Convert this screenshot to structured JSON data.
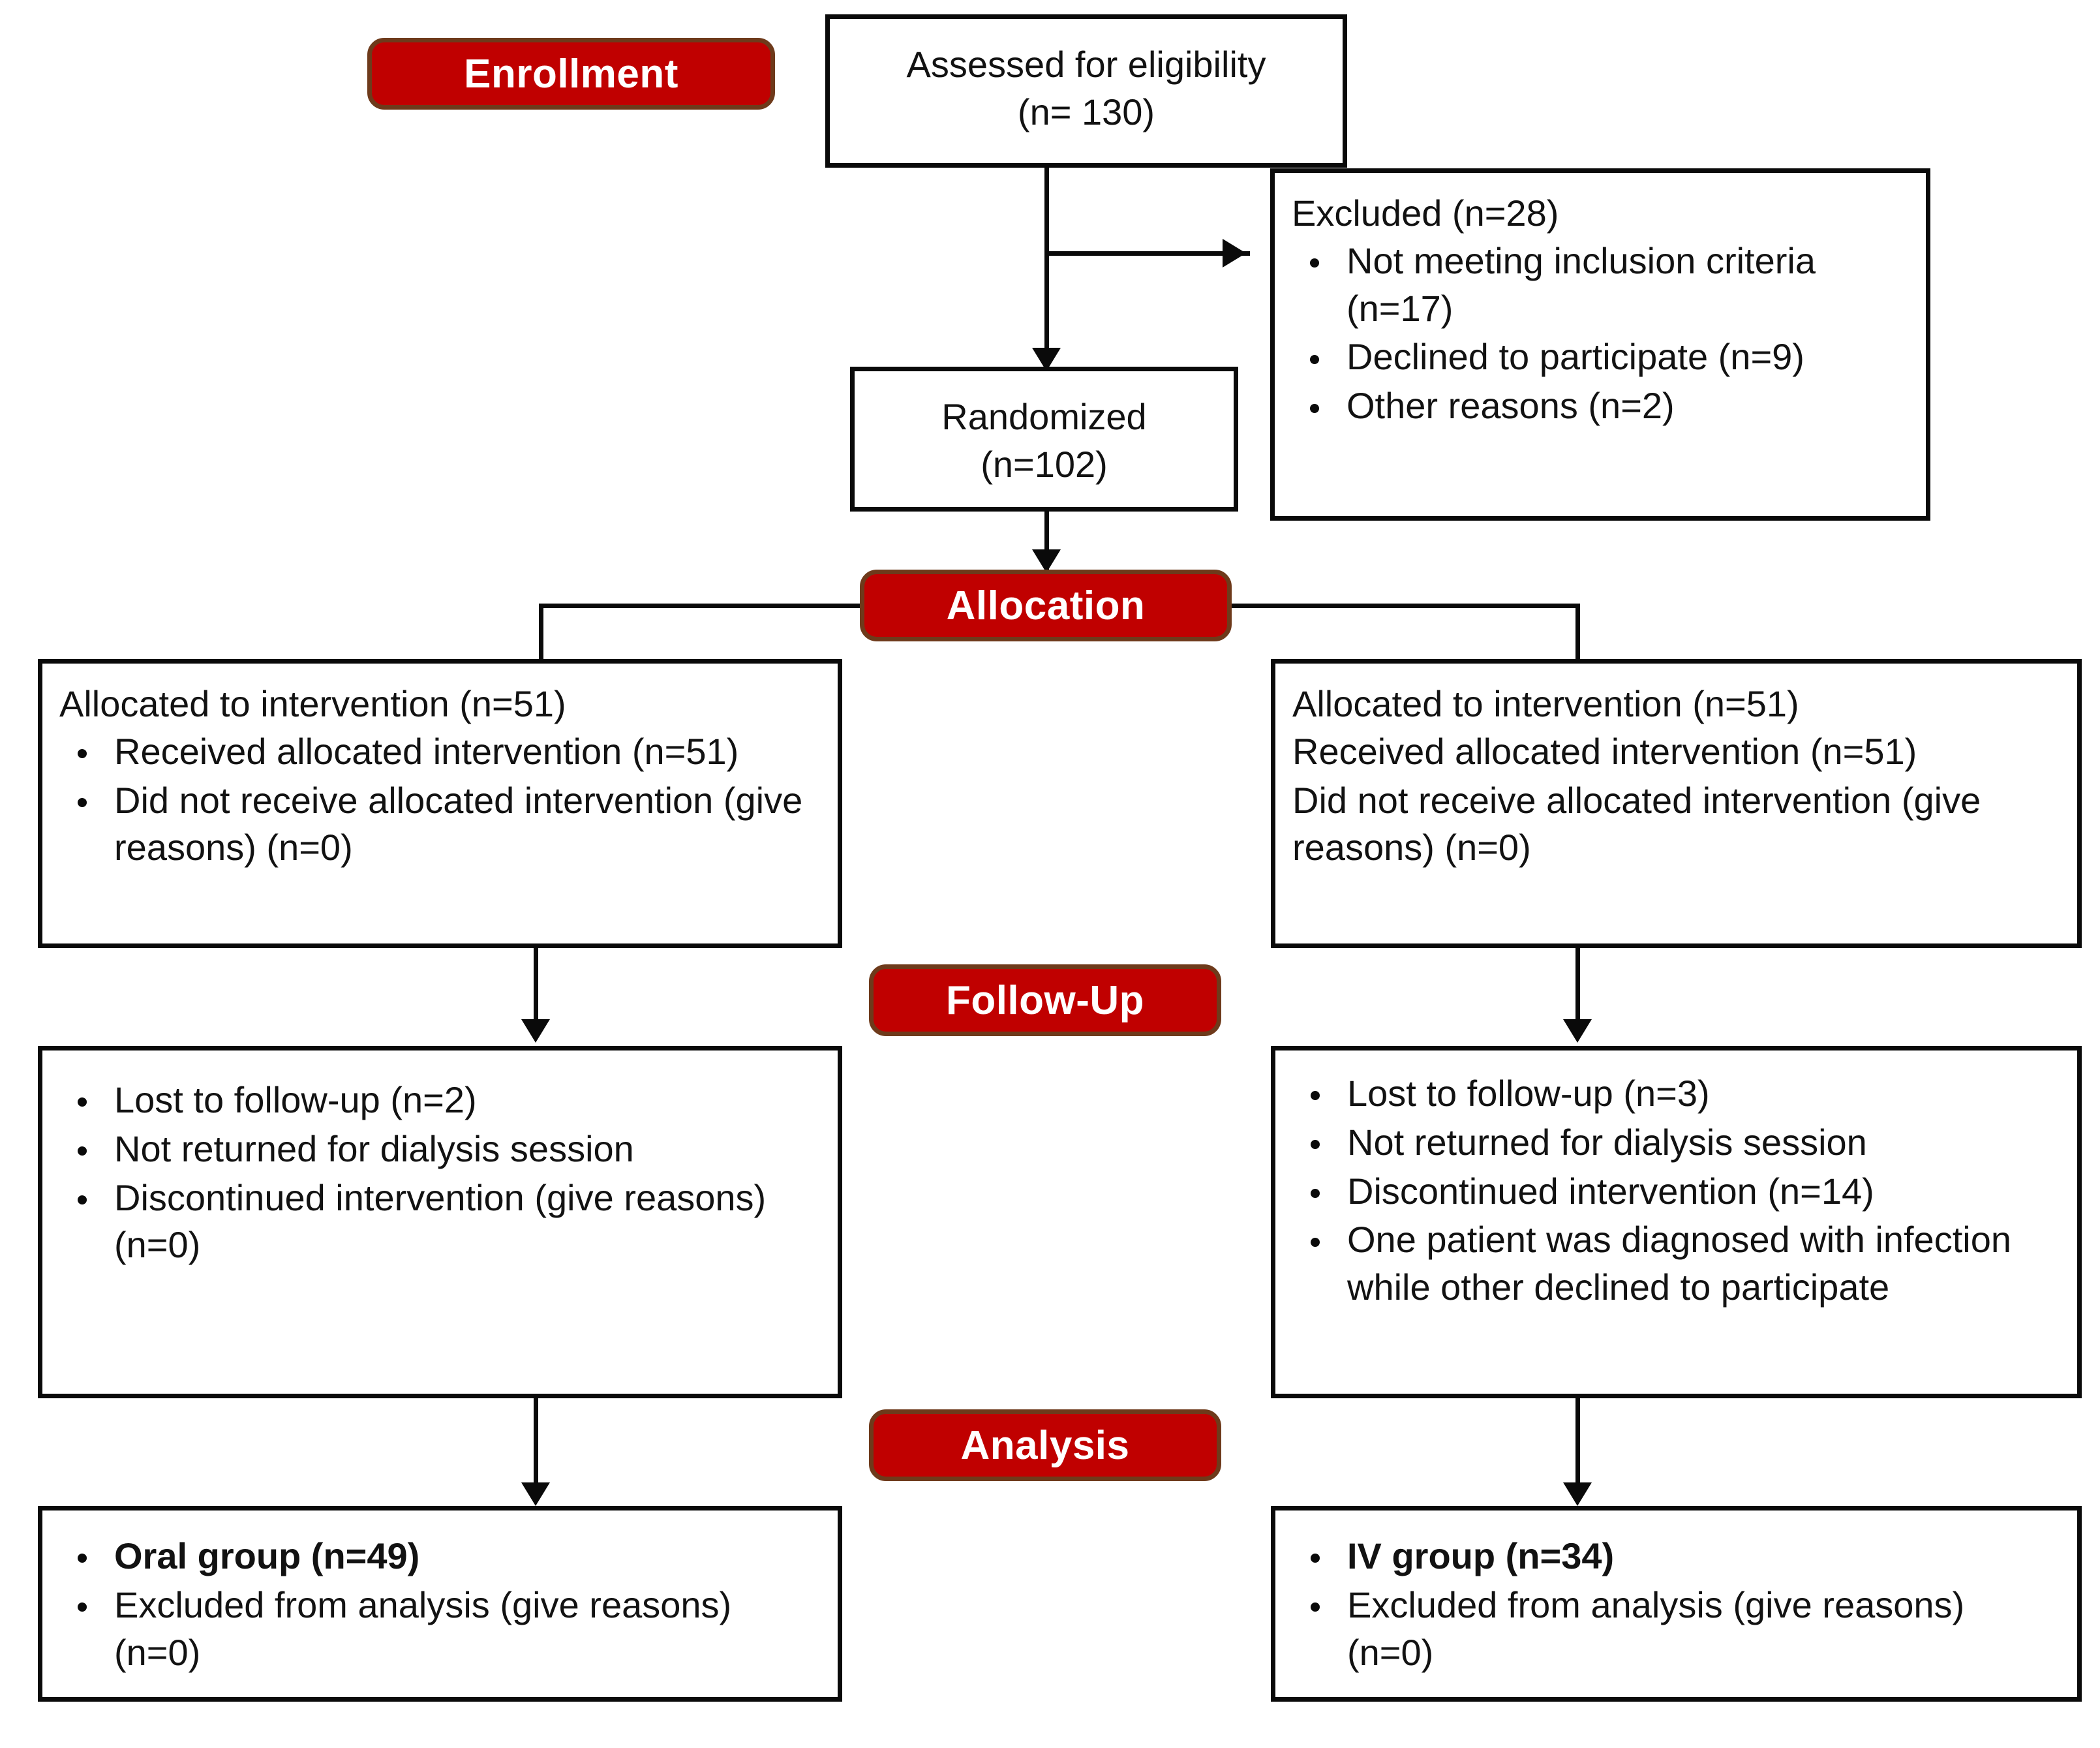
{
  "diagram": {
    "title": "CONSORT participant flow diagram",
    "colors": {
      "banner_fill": "#C00000",
      "banner_border": "#6E3A1B",
      "banner_text": "#FFFFFF",
      "box_border": "#0A0A0A",
      "box_fill": "#FFFFFF",
      "text": "#121212"
    },
    "stages": {
      "enrollment": "Enrollment",
      "allocation": "Allocation",
      "followup": "Follow-Up",
      "analysis": "Analysis"
    },
    "boxes": {
      "assessed": {
        "line1": "Assessed for eligibility",
        "line2": "(n= 130)"
      },
      "excluded": {
        "heading": "Excluded (n=28)",
        "items": [
          "Not meeting inclusion criteria (n=17)",
          "Declined to participate (n=9)",
          "Other reasons (n=2)"
        ]
      },
      "randomized": {
        "line1": "Randomized",
        "line2": "(n=102)"
      },
      "allocation_left": {
        "heading": "Allocated to intervention (n=51)",
        "items": [
          "Received allocated intervention (n=51)",
          "Did not receive allocated intervention (give reasons) (n=0)"
        ]
      },
      "allocation_right": {
        "heading": "Allocated to intervention (n=51)",
        "items": [
          "Received allocated intervention (n=51)",
          "Did not receive allocated intervention (give reasons) (n=0)"
        ]
      },
      "followup_left": {
        "items": [
          "Lost to follow-up (n=2)",
          "Not returned for dialysis session",
          "Discontinued intervention (give reasons) (n=0)"
        ]
      },
      "followup_right": {
        "items": [
          "Lost to follow-up (n=3)",
          "Not returned for dialysis session",
          "Discontinued intervention (n=14)",
          "One patient was diagnosed with infection while other declined to participate"
        ]
      },
      "analysis_left": {
        "items": [
          "Oral group (n=49)",
          "Excluded from analysis (give reasons) (n=0)"
        ]
      },
      "analysis_right": {
        "items": [
          "IV group (n=34)",
          "Excluded from analysis (give reasons) (n=0)"
        ]
      }
    }
  }
}
